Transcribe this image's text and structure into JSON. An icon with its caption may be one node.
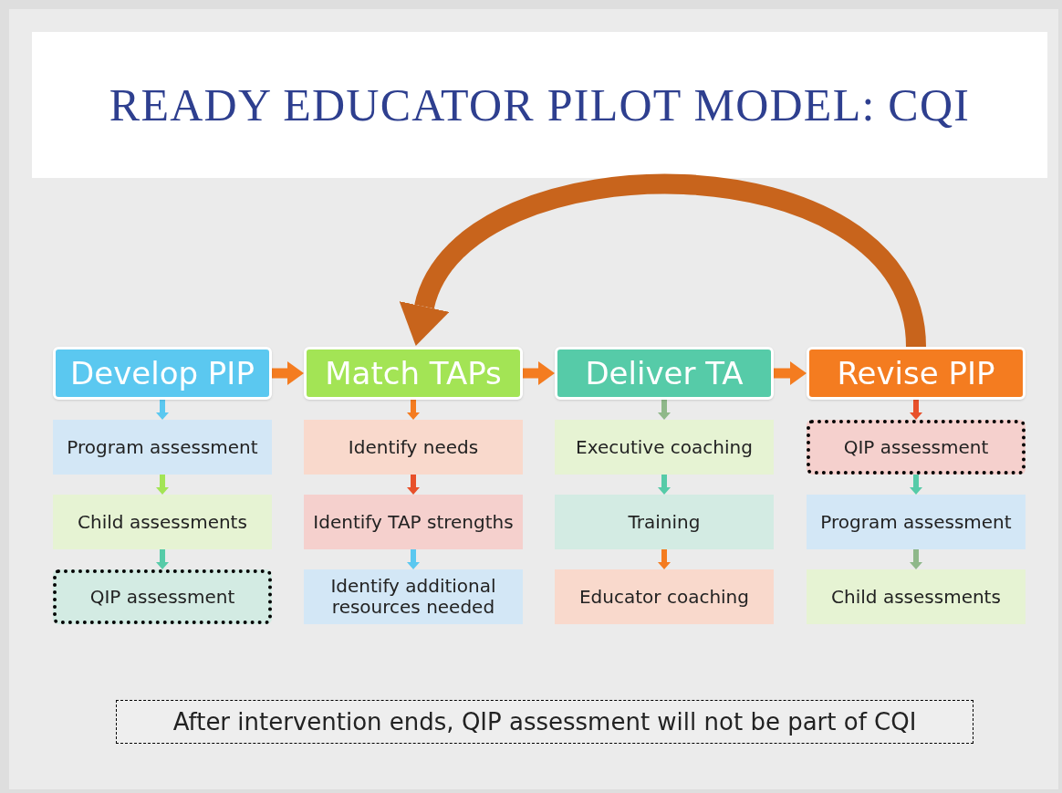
{
  "diagram": {
    "title": "READY EDUCATOR PILOT MODEL: CQI",
    "nodes": [
      {
        "text": [
          "Develop PIP"
        ]
      },
      {
        "text": [
          "Program assessment"
        ]
      },
      {
        "text": [
          "Child assessments"
        ]
      },
      {
        "text": [
          "QIP assessment"
        ]
      },
      {
        "text": [
          "Match TAPs"
        ]
      },
      {
        "text": [
          "Identify needs"
        ]
      },
      {
        "text": [
          "Identify TAP strengths"
        ]
      },
      {
        "text": [
          "Identify additional resources needed"
        ]
      },
      {
        "text": [
          "Deliver TA"
        ]
      },
      {
        "text": [
          "Executive coaching"
        ]
      },
      {
        "text": [
          "Training"
        ]
      },
      {
        "text": [
          "Educator coaching"
        ]
      },
      {
        "text": [
          "Revise PIP"
        ]
      },
      {
        "text": [
          "QIP assessment"
        ]
      },
      {
        "text": [
          "Program assessment"
        ]
      },
      {
        "text": [
          "Child assessments"
        ]
      },
      {
        "text": [
          "After intervention ends, QIP assessment will not be part of CQI"
        ]
      }
    ],
    "edges": [
      {
        "from": 0,
        "to": 4,
        "arrow": "to",
        "style": "thick"
      },
      {
        "from": 4,
        "to": 8,
        "arrow": "to",
        "style": "thick"
      },
      {
        "from": 8,
        "to": 12,
        "arrow": "to",
        "style": "thick"
      },
      {
        "from": 12,
        "to": 4,
        "arrow": "to",
        "style": "thick",
        "color": "#c8641c"
      },
      {
        "from": 0,
        "to": 1,
        "arrow": "to",
        "color": "#5bc8f0"
      },
      {
        "from": 1,
        "to": 2,
        "arrow": "to",
        "color": "#a3e455"
      },
      {
        "from": 2,
        "to": 3,
        "arrow": "to",
        "color": "#56cba8"
      },
      {
        "from": 4,
        "to": 5,
        "arrow": "to"
      },
      {
        "from": 5,
        "to": 6,
        "arrow": "to",
        "color": "#e8502a"
      },
      {
        "from": 6,
        "to": 7,
        "arrow": "to",
        "color": "#5bc8f0"
      },
      {
        "from": 8,
        "to": 9,
        "arrow": "to",
        "color": "#8fb88a"
      },
      {
        "from": 9,
        "to": 10,
        "arrow": "to",
        "color": "#56cba8"
      },
      {
        "from": 10,
        "to": 11,
        "arrow": "to"
      },
      {
        "from": 12,
        "to": 13,
        "arrow": "to",
        "color": "#e8502a"
      },
      {
        "from": 13,
        "to": 14,
        "arrow": "to",
        "color": "#56cba8"
      },
      {
        "from": 14,
        "to": 15,
        "arrow": "to",
        "color": "#8fb88a"
      }
    ]
  }
}
